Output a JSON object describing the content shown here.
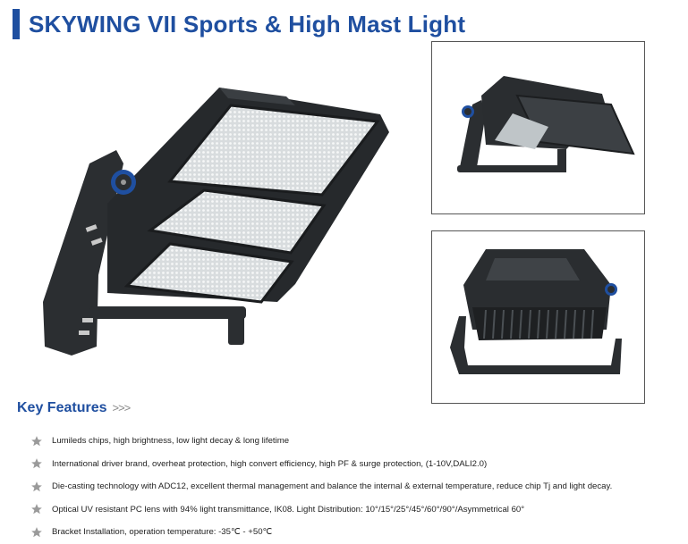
{
  "colors": {
    "accent": "#1f4fa0",
    "bullet": "#9a9a9a"
  },
  "title": "SKYWING VII Sports & High Mast Light",
  "key_features": {
    "heading": "Key Features",
    "arrows": ">>>",
    "items": [
      "Lumileds chips, high brightness, low light decay & long lifetime",
      "International driver brand, overheat protection, high convert efficiency, high PF & surge protection, (1-10V,DALI2.0)",
      "Die-casting technology with ADC12, excellent thermal management and balance the internal & external temperature, reduce chip Tj and light decay.",
      "Optical UV resistant PC lens with 94% light transmittance, IK08. Light Distribution: 10°/15°/25°/45°/60°/90°/Asymmetrical 60°",
      "Bracket Installation, operation temperature: -35℃ - +50℃"
    ]
  },
  "icons": {
    "bullet": "star-icon"
  }
}
